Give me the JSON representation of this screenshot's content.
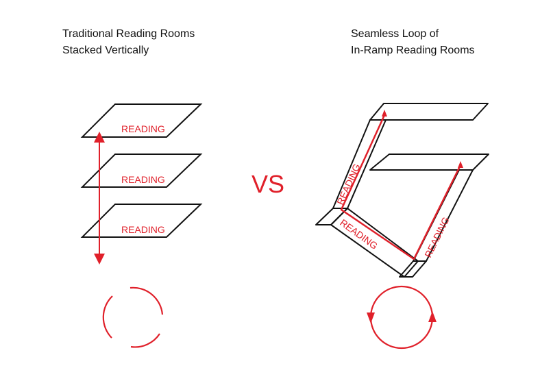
{
  "left": {
    "title_line1": "Traditional Reading Rooms",
    "title_line2": "Stacked Vertically",
    "floors": [
      "READING",
      "READING",
      "READING"
    ]
  },
  "vs_label": "VS",
  "right": {
    "title_line1": "Seamless Loop of",
    "title_line2": "In-Ramp Reading Rooms",
    "ramps": [
      "READING",
      "READING",
      "READING"
    ]
  },
  "colors": {
    "accent": "#e0202a",
    "line": "#111111"
  }
}
